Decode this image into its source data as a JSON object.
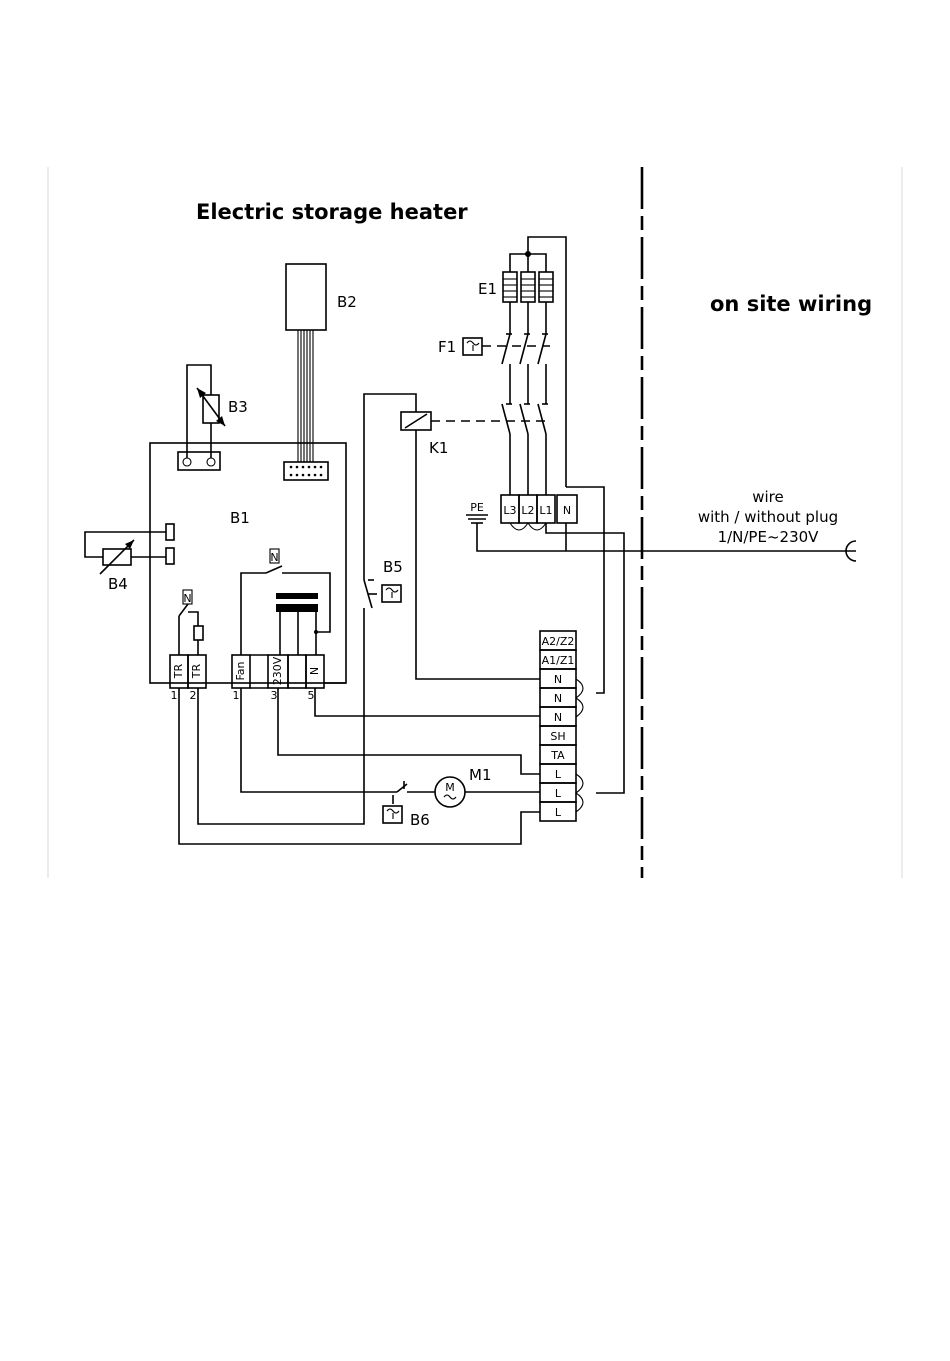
{
  "title": "Electric storage heater",
  "on_site_title": "on site wiring",
  "wire_note": {
    "line1": "wire",
    "line2": "with / without plug",
    "line3": "1/N/PE~230V"
  },
  "components": {
    "b1": "B1",
    "b2": "B2",
    "b3": "B3",
    "b4": "B4",
    "b5": "B5",
    "b6": "B6",
    "e1": "E1",
    "f1": "F1",
    "k1": "K1",
    "m1": "M1",
    "pe": "PE"
  },
  "mains_terminals": [
    "L3",
    "L2",
    "L1",
    "N"
  ],
  "terminal_strip": [
    "A2/Z2",
    "A1/Z1",
    "N",
    "N",
    "N",
    "SH",
    "TA",
    "L",
    "L",
    "L"
  ],
  "board_terminals": {
    "tr_a": "TR",
    "tr_b": "TR",
    "fan": "Fan",
    "v230": "230V",
    "n": "N",
    "num_1a": "1",
    "num_2": "2",
    "num_1b": "1",
    "num_3": "3",
    "num_5": "5"
  },
  "n_marks": [
    "N",
    "N"
  ],
  "motor_symbol": "M"
}
